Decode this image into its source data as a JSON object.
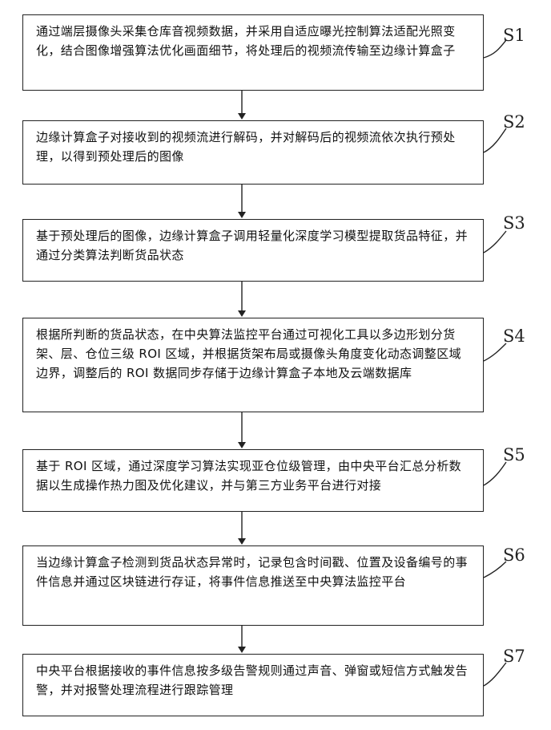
{
  "steps": [
    {
      "id": "S1",
      "text": "通过端层摄像头采集仓库音视频数据，并采用自适应曝光控制算法适配光照变化，结合图像增强算法优化画面细节，将处理后的视频流传输至边缘计算盒子"
    },
    {
      "id": "S2",
      "text": "边缘计算盒子对接收到的视频流进行解码，并对解码后的视频流依次执行预处理，以得到预处理后的图像"
    },
    {
      "id": "S3",
      "text": "基于预处理后的图像，边缘计算盒子调用轻量化深度学习模型提取货品特征，并通过分类算法判断货品状态"
    },
    {
      "id": "S4",
      "text": "根据所判断的货品状态，在中央算法监控平台通过可视化工具以多边形划分货架、层、仓位三级 ROI 区域，并根据货架布局或摄像头角度变化动态调整区域边界，调整后的 ROI 数据同步存储于边缘计算盒子本地及云端数据库"
    },
    {
      "id": "S5",
      "text": "基于 ROI 区域，通过深度学习算法实现亚仓位级管理，由中央平台汇总分析数据以生成操作热力图及优化建议，并与第三方业务平台进行对接"
    },
    {
      "id": "S6",
      "text": "当边缘计算盒子检测到货品状态异常时，记录包含时间戳、位置及设备编号的事件信息并通过区块链进行存证，将事件信息推送至中央算法监控平台"
    },
    {
      "id": "S7",
      "text": "中央平台根据接收的事件信息按多级告警规则通过声音、弹窗或短信方式触发告警，并对报警处理流程进行跟踪管理"
    }
  ]
}
